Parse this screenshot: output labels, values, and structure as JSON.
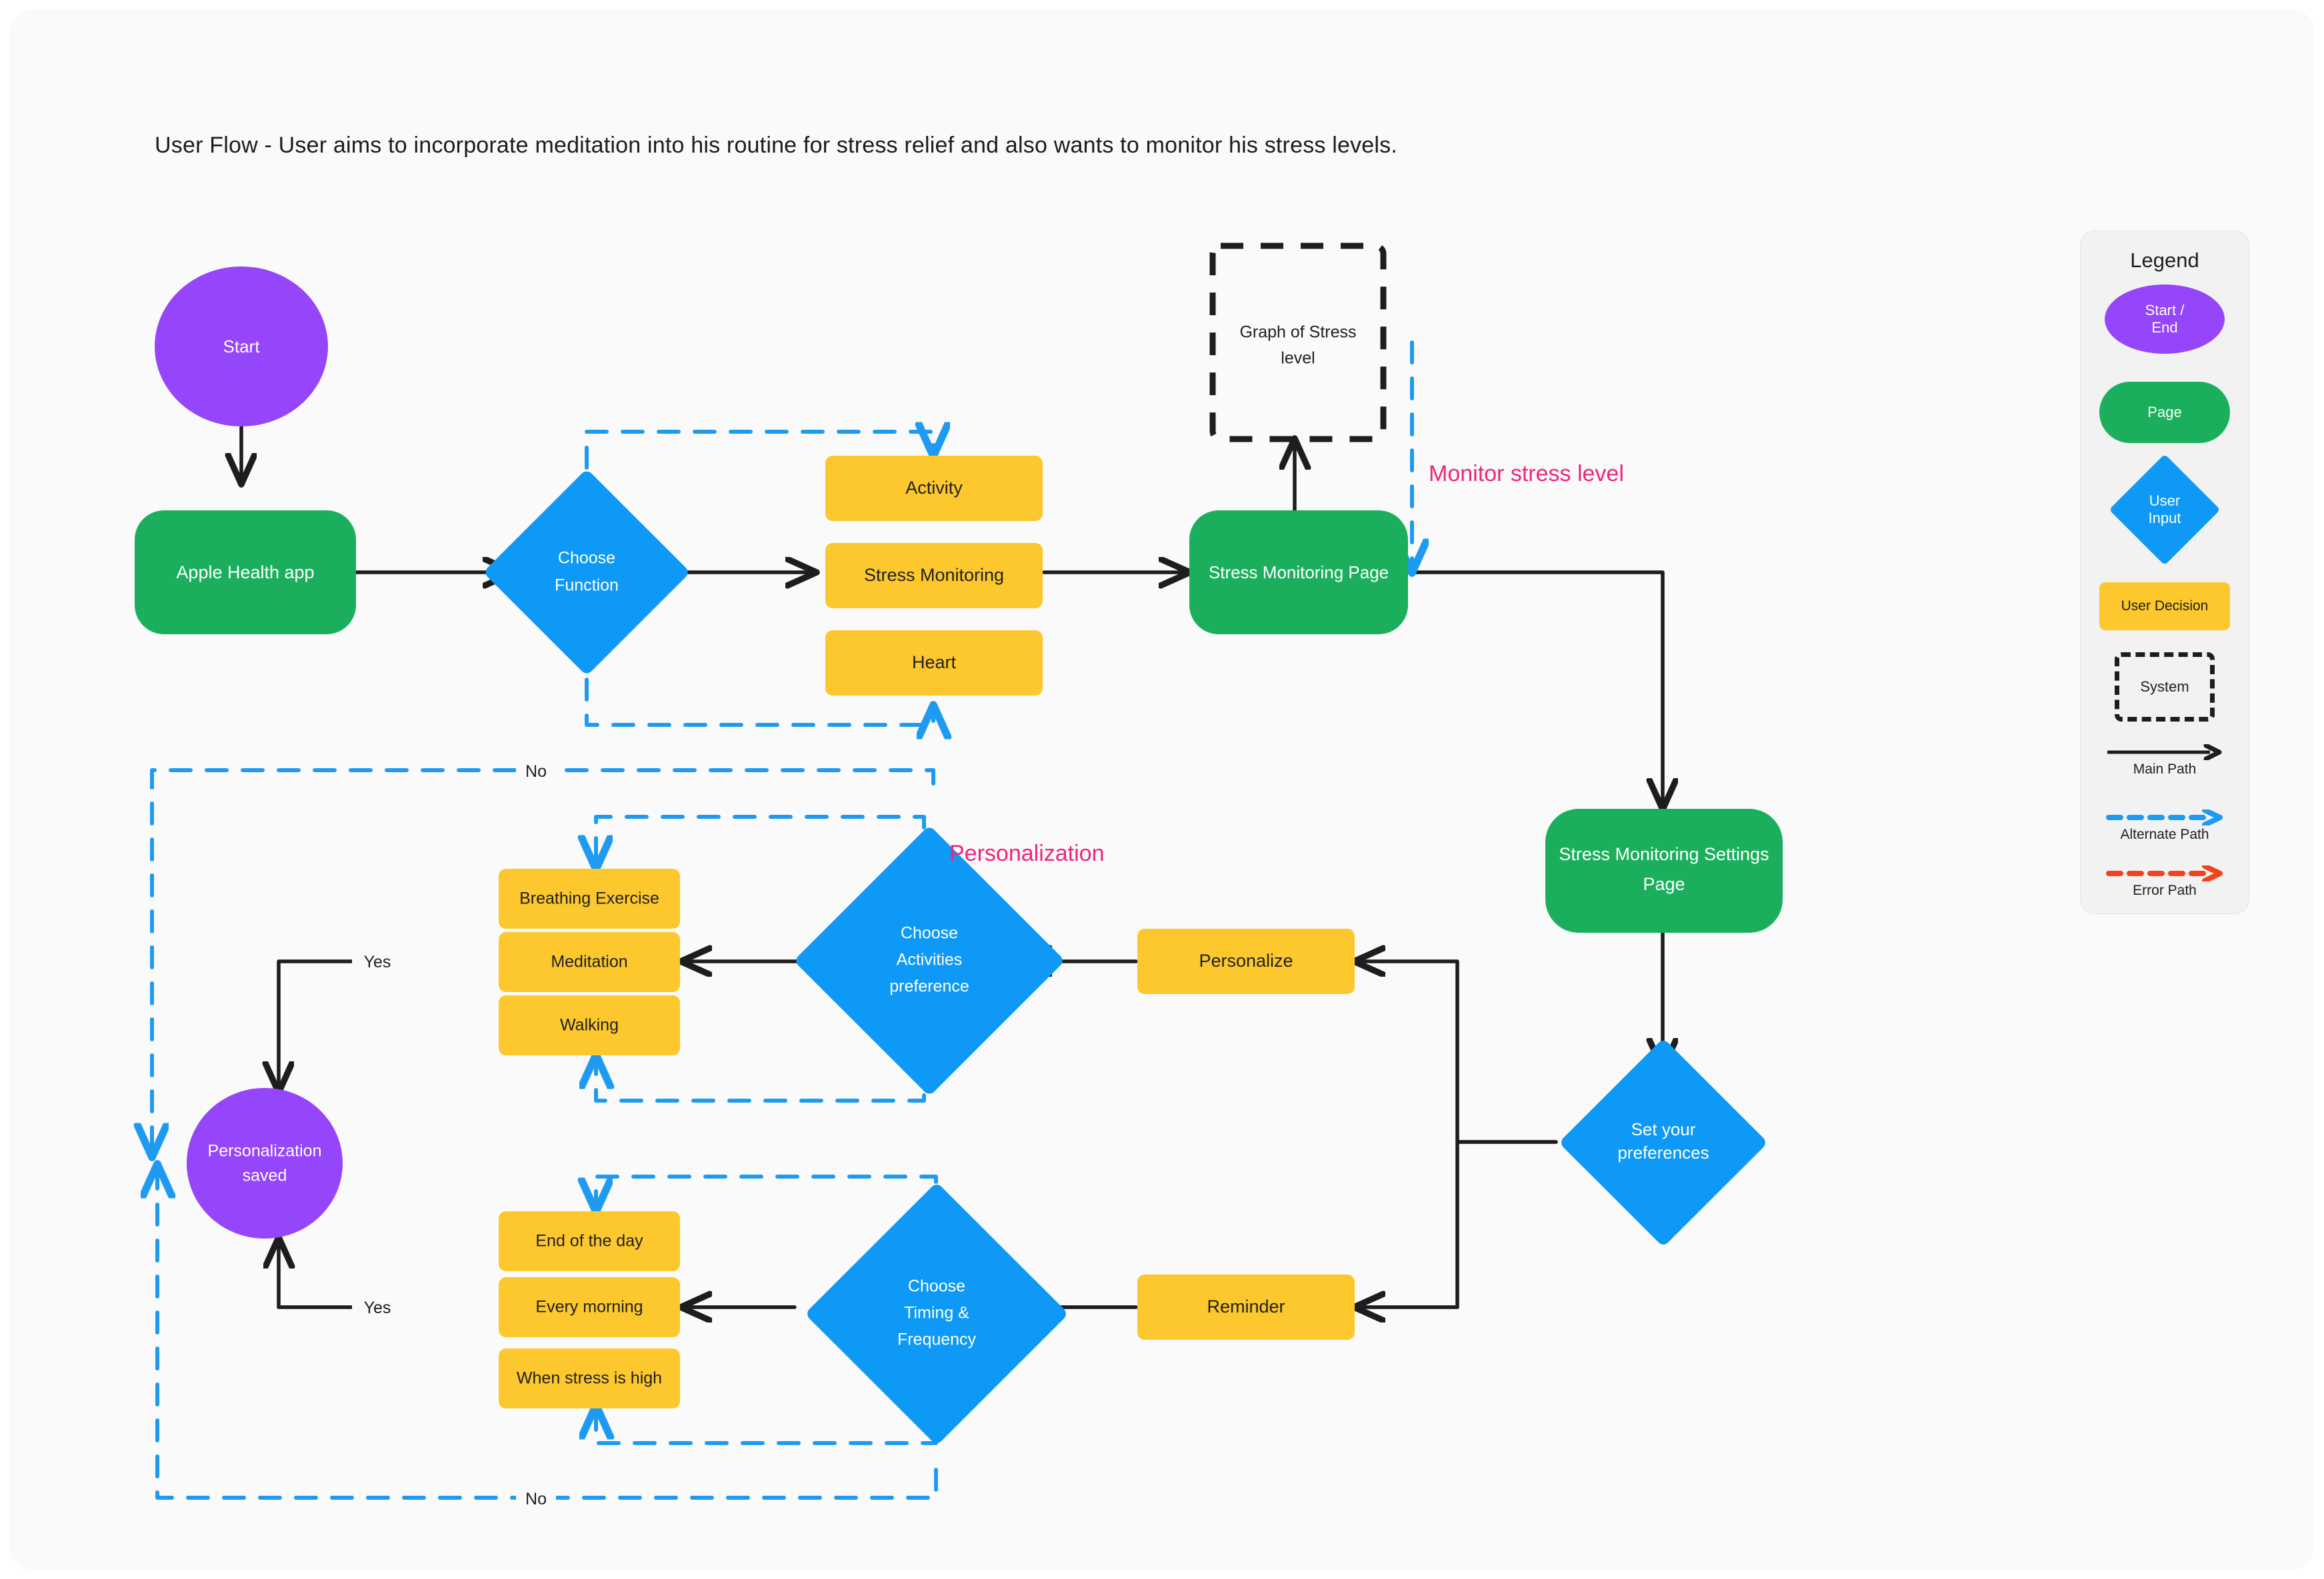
{
  "title": "User Flow  - User aims to incorporate meditation into his routine for stress relief and also wants to monitor his stress levels.",
  "colors": {
    "start_end": "#9545FA",
    "page": "#1BAF5D",
    "user_input": "#0D99F5",
    "user_decision": "#FCC82D",
    "system_stroke": "#1D1D1D",
    "main_path": "#1D1D1D",
    "alternate_path": "#1E9BF0",
    "error_path": "#F5421E",
    "annotation": "#F0247E",
    "canvas": "#FAFAFA",
    "legend_panel": "#F2F2F2"
  },
  "nodes": {
    "start": "Start",
    "apple_health_app": "Apple Health app",
    "choose_function": "Choose Function",
    "option_activity": "Activity",
    "option_stress_monitoring": "Stress Monitoring",
    "option_heart": "Heart",
    "stress_monitoring_page": "Stress Monitoring Page",
    "graph_of_stress_level": "Graph of Stress level",
    "stress_monitoring_settings_page": "Stress Monitoring Settings Page",
    "set_your_preferences": "Set your preferences",
    "personalize": "Personalize",
    "choose_activities_preference": "Choose Activities preference",
    "option_breathing_exercise": "Breathing Exercise",
    "option_meditation": "Meditation",
    "option_walking": "Walking",
    "personalization_saved": "Personalization saved",
    "reminder": "Reminder",
    "choose_timing_frequency": "Choose Timing & Frequency",
    "option_end_of_the_day": "End of the day",
    "option_every_morning": "Every morning",
    "option_when_stress_is_high": "When stress is high"
  },
  "edge_labels": {
    "yes_activities": "Yes",
    "yes_timing": "Yes",
    "no_activities": "No",
    "no_timing": "No"
  },
  "annotations": {
    "monitor_stress_level": "Monitor stress level",
    "personalization": "Personalization"
  },
  "legend": {
    "title": "Legend",
    "items": [
      {
        "label": "Start / End",
        "line1": "Start /",
        "line2": "End"
      },
      {
        "label": "Page"
      },
      {
        "label": "User Input",
        "line1": "User",
        "line2": "Input"
      },
      {
        "label": "User Decision"
      },
      {
        "label": "System"
      }
    ],
    "paths": [
      {
        "label": "Main Path"
      },
      {
        "label": "Alternate Path"
      },
      {
        "label": "Error Path"
      }
    ]
  }
}
